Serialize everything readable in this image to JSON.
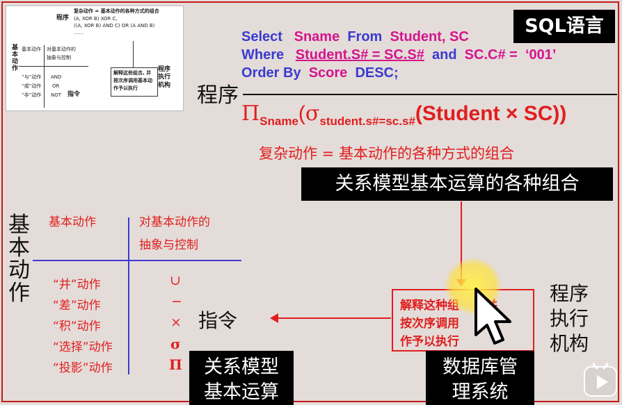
{
  "thumbnail": {
    "program_label": "程序",
    "combo_line1": "复杂动作 = 基本动作的各种方式的组合",
    "combo_line2": "(A, XOR B) XOR C,",
    "combo_line3": "((A, XOR B) AND C) OR (A AND B)",
    "combo_line4": "……",
    "basic_label": "基本动作",
    "abstract_label": "对基本动作的",
    "abstract_label2": "抽象与控制",
    "side_vertical": "基本动作",
    "op1": "“与”动作",
    "op2": "“或”动作",
    "op3": "“非”动作",
    "and": "AND",
    "or": "OR",
    "not": "NOT",
    "instruction": "指令",
    "interpret_line1": "解释这些组合, 并",
    "interpret_line2": "按次序调用基本动",
    "interpret_line3": "作予以执行",
    "exec_label": "程序执行机构"
  },
  "sql_lang_box": "SQL语言",
  "sql": {
    "line1": {
      "kw1": "Select",
      "f1": "Sname",
      "kw2": "From",
      "f2": "Student, SC"
    },
    "line2": {
      "kw": "Where",
      "cond1": "Student.S# = SC.S#",
      "and": "and",
      "cond2": "SC.C# =",
      "val": "‘001’"
    },
    "line3": {
      "kw1": "Order By",
      "f1": "Score",
      "kw2": "DESC",
      "end": ";"
    }
  },
  "program_label": "程序",
  "algebra": {
    "pi": "Π",
    "pi_sub": "Sname",
    "sigma": "σ",
    "sigma_sub": "student.s#=sc.s#",
    "body": "(Student × SC))",
    "open": "("
  },
  "complex_action": "复杂动作 = 基本动作的各种方式的组合",
  "relational_combo_box": "关系模型基本运算的各种组合",
  "basic_action_vertical": "基本动作",
  "table": {
    "head_left": "基本动作",
    "head_right1": "对基本动作的",
    "head_right2": "抽象与控制",
    "rows": [
      {
        "name": "“并”动作",
        "sym": "∪"
      },
      {
        "name": "“差”动作",
        "sym": "−"
      },
      {
        "name": "“积”动作",
        "sym": "×"
      },
      {
        "name": "“选择”动作",
        "sym": "σ"
      },
      {
        "name": "“投影”动作",
        "sym": "Π"
      }
    ]
  },
  "instruction": "指令",
  "interpret": {
    "line1": "解释这种组",
    "line1b": "并",
    "line2": "按次序调用",
    "line2b": "动",
    "line3": "作予以执行"
  },
  "exec_mechanism": [
    "程序",
    "执行",
    "机构"
  ],
  "relational_box": [
    "关系模型",
    "基本运算"
  ],
  "dbms_box": [
    "数据库管",
    "理系统"
  ],
  "colors": {
    "frame_red": "#c21a1a",
    "sql_blue": "#3a3ad0",
    "field_magenta": "#d4148c",
    "text_red": "#e01e1e",
    "black_box": "#000000"
  },
  "icons": [
    "pointer-cursor-icon",
    "bilibili-tv-icon"
  ]
}
